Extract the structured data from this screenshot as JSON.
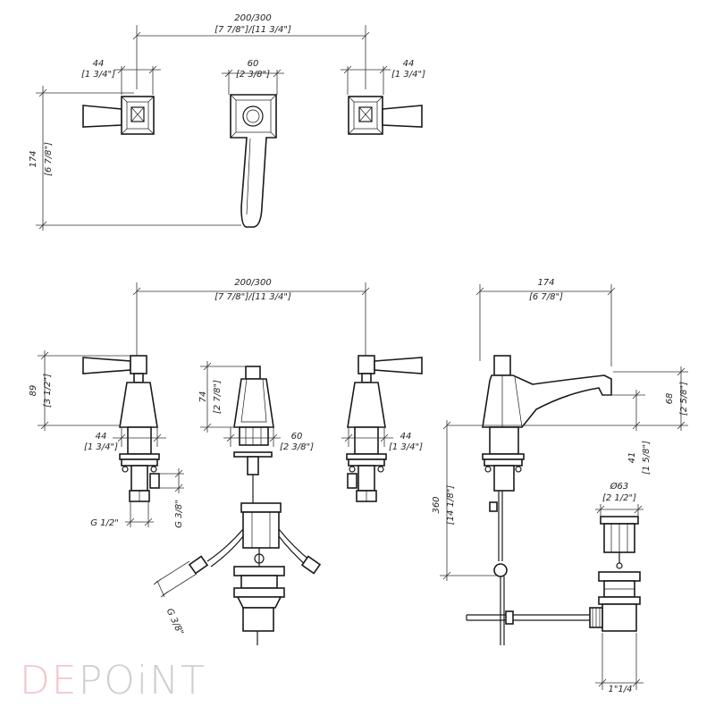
{
  "logo": {
    "part1": "DE",
    "part2": "POiNT"
  },
  "top_view": {
    "spacing": "200/300",
    "spacing_imperial": "[7 7/8\"]/[11 3/4\"]",
    "left_handle_width": "44",
    "left_handle_width_imperial": "[1 3/4\"]",
    "spout_width": "60",
    "spout_width_imperial": "[2 3/8\"]",
    "right_handle_width": "44",
    "right_handle_width_imperial": "[1 3/4\"]",
    "depth": "174",
    "depth_imperial": "[6 7/8\"]"
  },
  "front_view": {
    "spacing": "200/300",
    "spacing_imperial": "[7 7/8\"]/[11 3/4\"]",
    "handle_height": "89",
    "handle_height_imperial": "[3 1/2\"]",
    "spout_height": "74",
    "spout_height_imperial": "[2 7/8\"]",
    "left_base": "44",
    "left_base_imperial": "[1 3/4\"]",
    "center_base": "60",
    "center_base_imperial": "[2 3/8\"]",
    "right_base": "44",
    "right_base_imperial": "[1 3/4\"]",
    "inlet_thread": "G 1/2\"",
    "hose_thread_vertical": "G 3/8\"",
    "hose_thread_diag": "G 3/8\""
  },
  "side_view": {
    "reach": "174",
    "reach_imperial": "[6 7/8\"]",
    "spout_height": "68",
    "spout_height_imperial": "[2 5/8\"]",
    "deck_to_spout": "41",
    "deck_to_spout_imperial": "[1 5/8\"]",
    "total_height": "360",
    "total_height_imperial": "[14 1/8\"]",
    "drain_diameter": "Ø63",
    "drain_diameter_imperial": "[2 1/2\"]",
    "drain_thread": "1\"1/4"
  }
}
